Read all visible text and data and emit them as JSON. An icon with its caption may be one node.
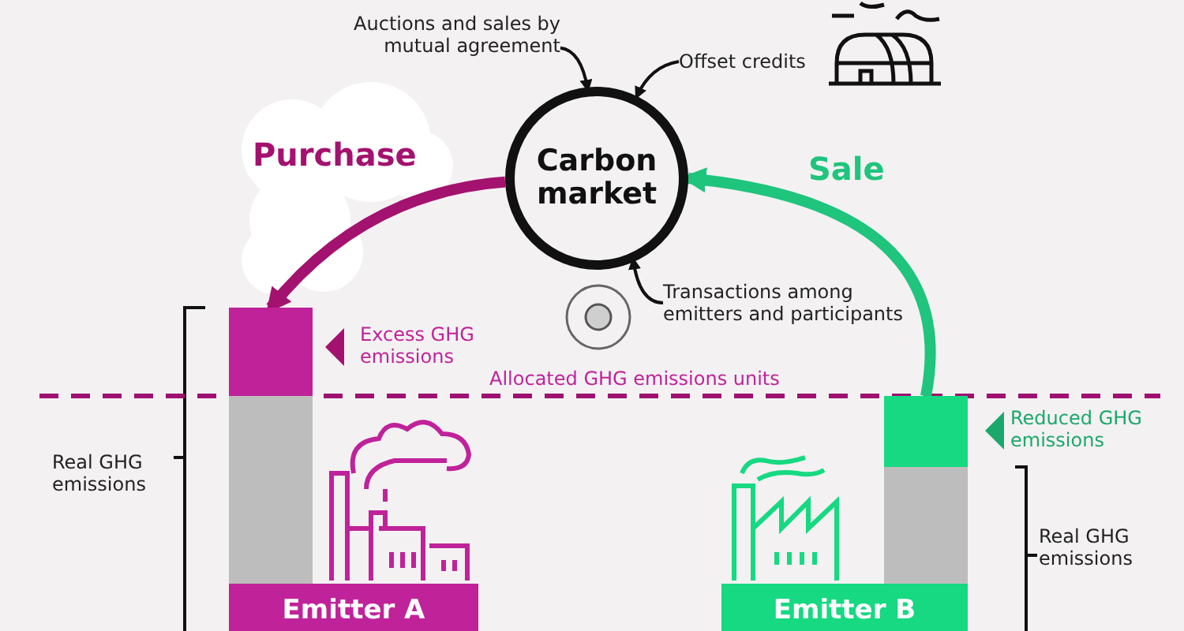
{
  "diagram": {
    "nodes": [
      {
        "text": [
          "Carbon market"
        ]
      },
      {
        "text": [
          "Auctions and sales by mutual agreement"
        ]
      },
      {
        "text": [
          "Offset credits"
        ]
      },
      {
        "text": [
          "Transactions among emitters and participants"
        ]
      },
      {
        "text": [],
        "shape": "bar"
      },
      {
        "text": [],
        "shape": "bar"
      },
      {
        "text": [
          "Emitter A"
        ]
      },
      {
        "text": [],
        "shape": "bar"
      },
      {
        "text": [],
        "shape": "bar"
      },
      {
        "text": [
          "Emitter B"
        ]
      }
    ],
    "edges": [
      {
        "from": 1,
        "to": 0,
        "arrow": "to"
      },
      {
        "from": 2,
        "to": 0,
        "arrow": "to"
      },
      {
        "from": 3,
        "to": 0,
        "arrow": "to"
      },
      {
        "from": 0,
        "to": 4,
        "arrow": "to",
        "label": "Purchase",
        "style": "thick",
        "color": "#a3126f"
      },
      {
        "from": 7,
        "to": 0,
        "arrow": "to",
        "label": "Sale",
        "style": "thick",
        "color": "#1fc47d"
      }
    ],
    "labels": [
      "Excess GHG emissions",
      "Allocated GHG emissions units",
      "Reduced GHG emissions",
      "Real GHG emissions",
      "Real GHG emissions"
    ]
  }
}
